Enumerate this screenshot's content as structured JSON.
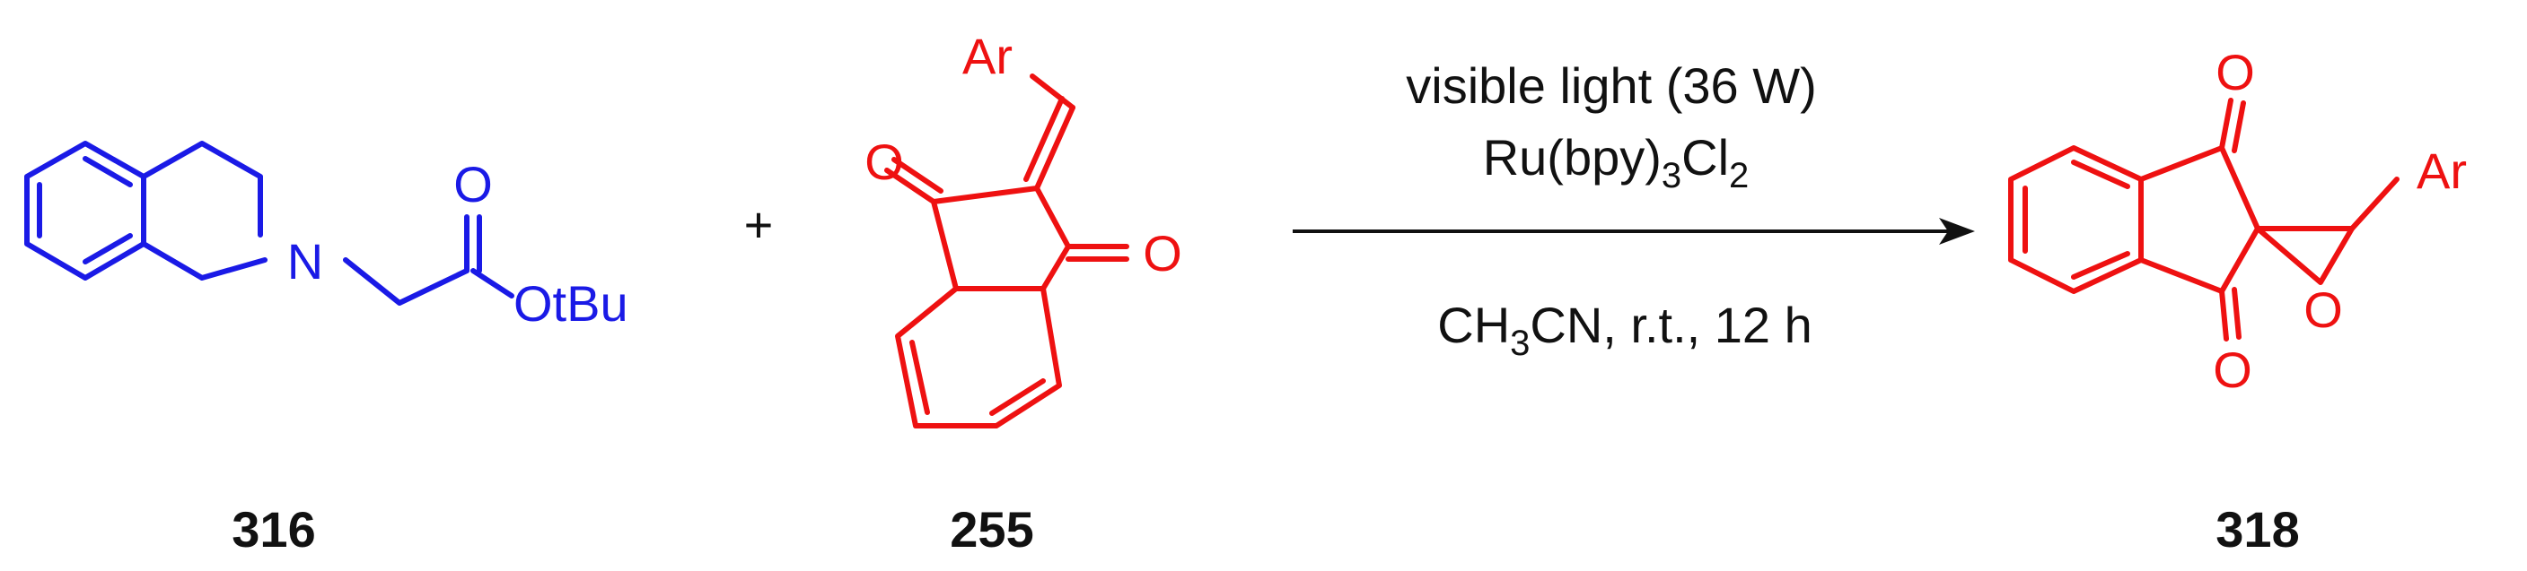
{
  "colors": {
    "reagent_316": "#1a1ae6",
    "reagent_255": "#ee1111",
    "product_318": "#ee1111",
    "text": "#111111"
  },
  "reactant_316": {
    "label": "316",
    "atoms": {
      "N": "N",
      "O": "O",
      "OtBu": "OtBu"
    }
  },
  "plus_sign": "+",
  "reactant_255": {
    "label": "255",
    "atoms": {
      "Ar": "Ar",
      "O_left": "O",
      "O_right": "O"
    }
  },
  "conditions": {
    "line1": "visible light (36 W)",
    "catalyst_main": "Ru(bpy)",
    "catalyst_sub1": "3",
    "catalyst_mid": "Cl",
    "catalyst_sub2": "2",
    "solvent_pre": "CH",
    "solvent_sub": "3",
    "solvent_post": "CN, r.t.,  12 h"
  },
  "product_318": {
    "label": "318",
    "atoms": {
      "O_top": "O",
      "O_bottom": "O",
      "O_epoxide": "O",
      "Ar": "Ar"
    }
  }
}
